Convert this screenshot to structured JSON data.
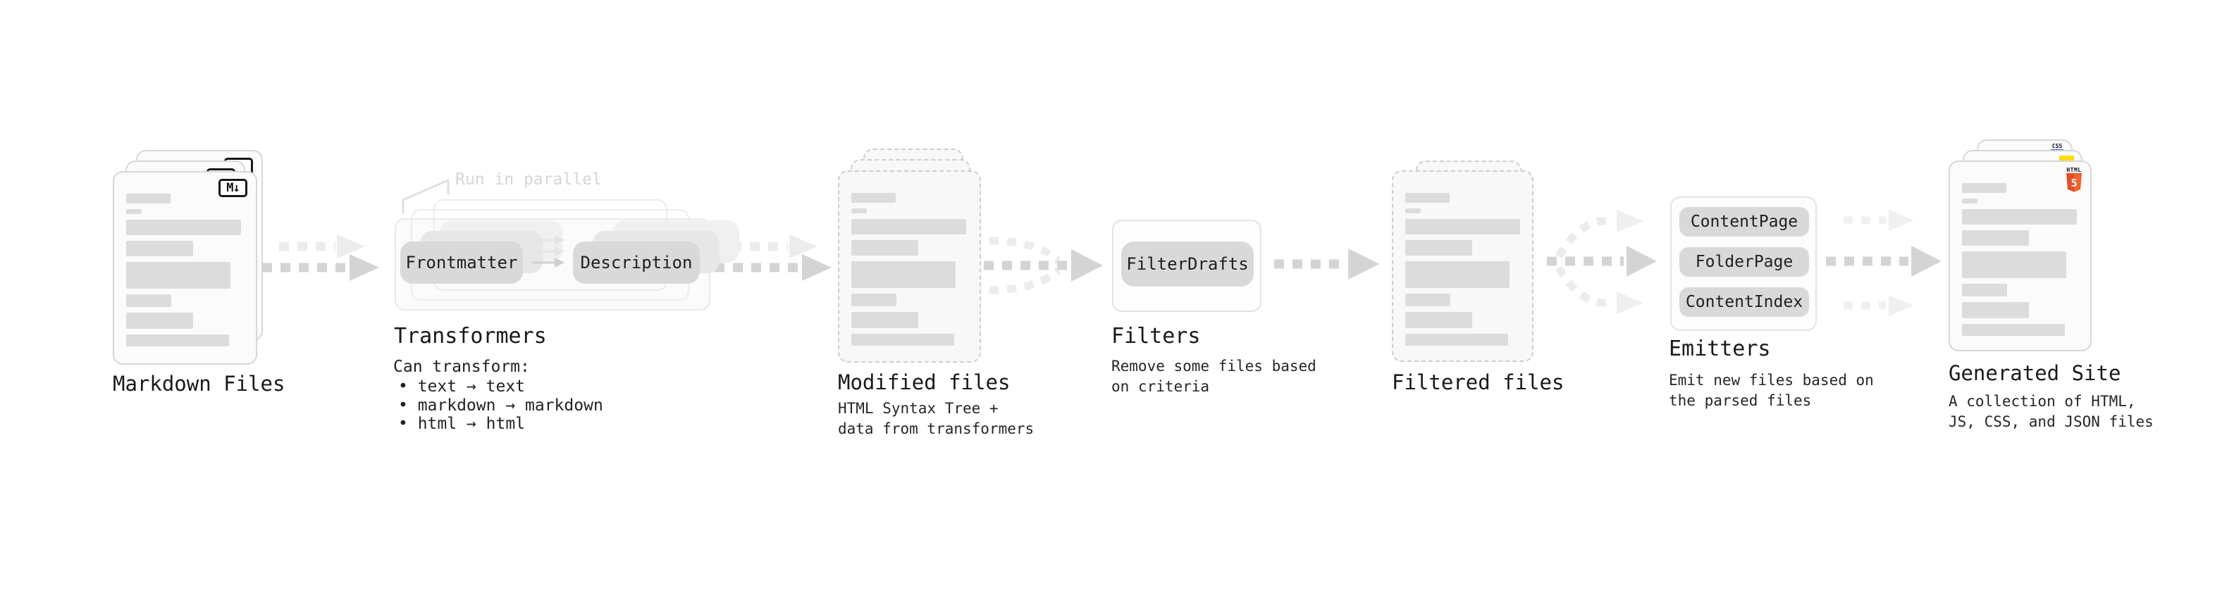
{
  "stages": {
    "markdown_files": {
      "label": "Markdown Files",
      "badge": "M↓"
    },
    "transformers": {
      "label": "Transformers",
      "annotation": "Run in parallel",
      "pill_left": "Frontmatter",
      "pill_right": "Description",
      "note_heading": "Can transform:",
      "bullets": [
        "• text → text",
        "• markdown → markdown",
        "• html → html"
      ]
    },
    "modified_files": {
      "label": "Modified files",
      "subtitle_lines": [
        "HTML Syntax Tree +",
        "data from transformers"
      ]
    },
    "filters": {
      "label": "Filters",
      "pill": "FilterDrafts",
      "subtitle_lines": [
        "Remove some files based",
        "on criteria"
      ]
    },
    "filtered_files": {
      "label": "Filtered files"
    },
    "emitters": {
      "label": "Emitters",
      "pills": [
        "ContentPage",
        "FolderPage",
        "ContentIndex"
      ],
      "subtitle_lines": [
        "Emit new files based on",
        "the parsed files"
      ]
    },
    "generated_site": {
      "label": "Generated Site",
      "subtitle_lines": [
        "A collection of HTML,",
        "JS, CSS, and JSON files"
      ],
      "badges": {
        "html_label": "HTML",
        "html_number": "5",
        "css_label": "CSS"
      }
    }
  },
  "colors": {
    "html5_orange_dark": "#e44d26",
    "html5_orange_light": "#f16529",
    "js_yellow": "#ffdd00",
    "css_blue": "#2965f1",
    "arrow_dark": "#d4d4d4",
    "arrow_light": "#ececec"
  }
}
